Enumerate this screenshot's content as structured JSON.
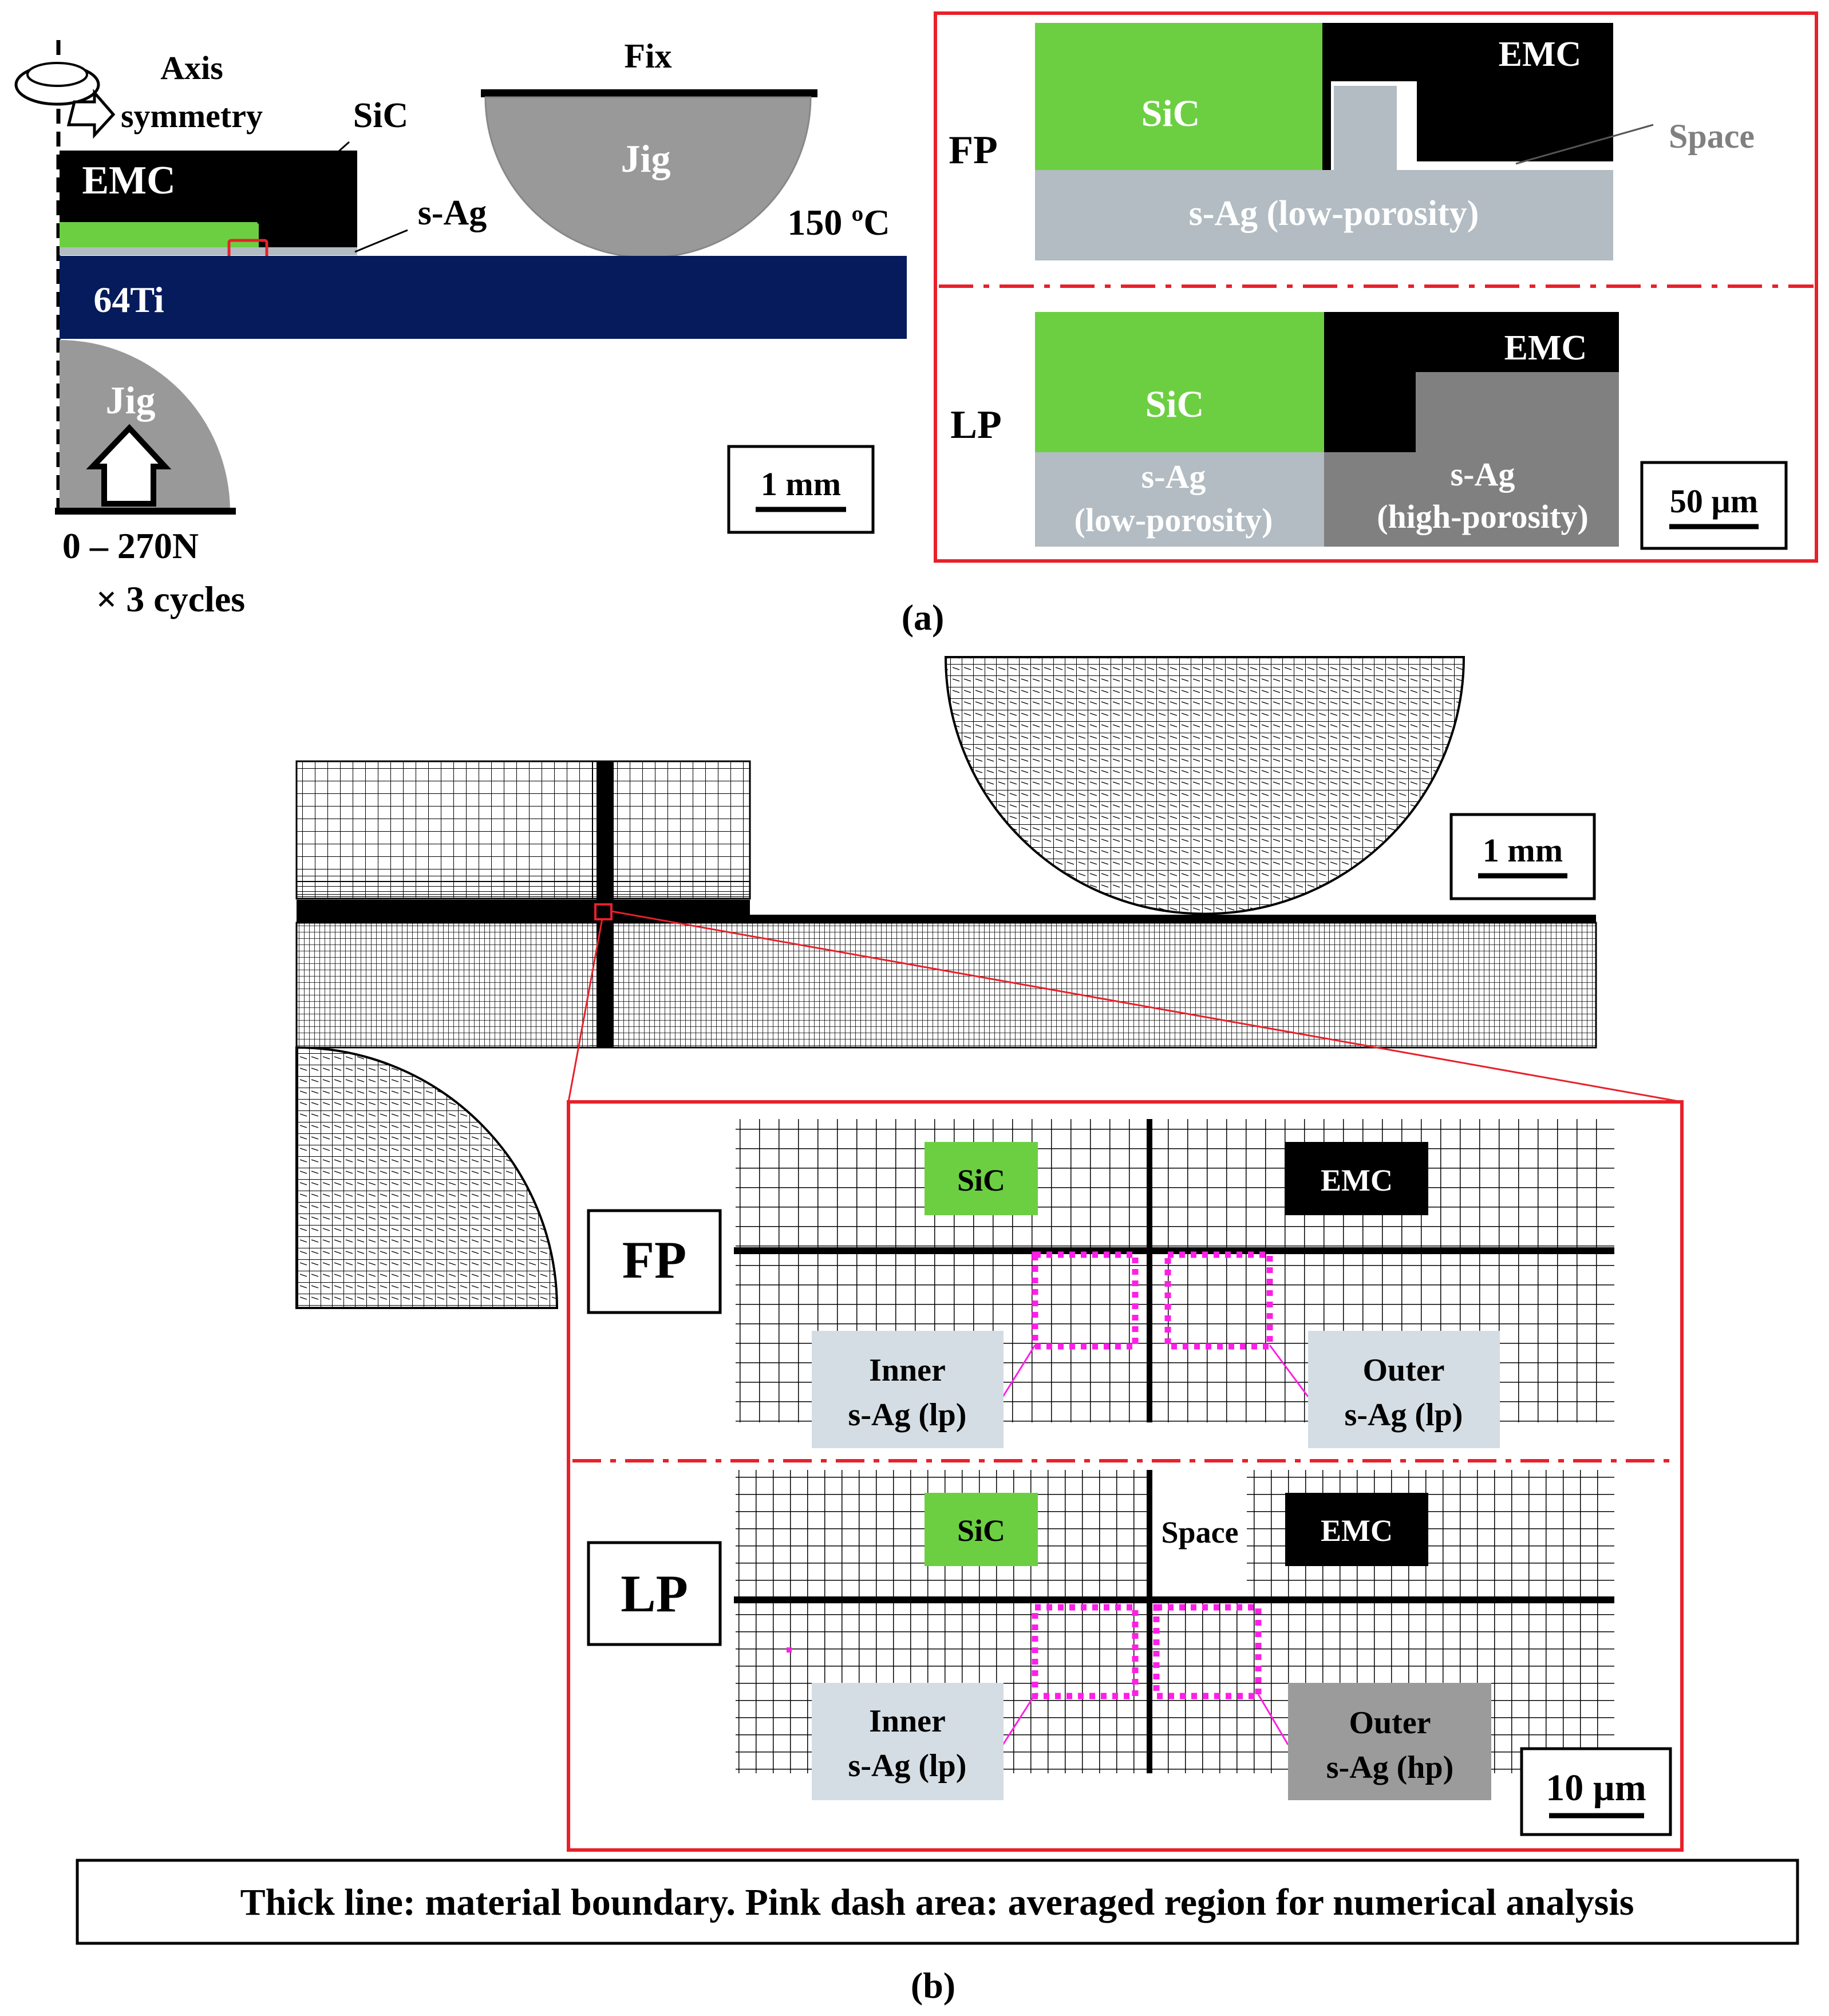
{
  "panel_a": {
    "axis_symmetry_line1": "Axis",
    "axis_symmetry_line2": "symmetry",
    "fix_label": "Fix",
    "jig_top_label": "Jig",
    "jig_bottom_label": "Jig",
    "emc_label": "EMC",
    "sic_label": "SiC",
    "sag_label": "s-Ag",
    "temperature": "150 ºC",
    "substrate_label": "64Ti",
    "load_line1": "0 – 270N",
    "load_line2": "× 3 cycles",
    "scale_label": "1 mm",
    "caption": "(a)",
    "inset": {
      "fp_label": "FP",
      "lp_label": "LP",
      "sic": "SiC",
      "emc": "EMC",
      "space": "Space",
      "sag_low": "s-Ag (low-porosity)",
      "sag_low_line1": "s-Ag",
      "sag_low_line2": "(low-porosity)",
      "sag_high_line1": "s-Ag",
      "sag_high_line2": "(high-porosity)",
      "scale_label": "50 µm"
    }
  },
  "panel_b": {
    "scale_label": "1 mm",
    "caption": "(b)",
    "inset": {
      "fp_label": "FP",
      "lp_label": "LP",
      "sic": "SiC",
      "emc": "EMC",
      "space": "Space",
      "fp_inner_line1": "Inner",
      "fp_inner_line2": "s-Ag (lp)",
      "fp_outer_line1": "Outer",
      "fp_outer_line2": "s-Ag (lp)",
      "lp_inner_line1": "Inner",
      "lp_inner_line2": "s-Ag (lp)",
      "lp_outer_line1": "Outer",
      "lp_outer_line2": "s-Ag (hp)",
      "scale_label": "10 µm"
    },
    "note": "Thick line: material boundary. Pink dash area: averaged region for numerical analysis"
  },
  "colors": {
    "sic_green": "#6ccf42",
    "emc_black": "#000000",
    "sag_low": "#b2bcc2",
    "sag_high": "#808080",
    "substrate_navy": "#061b5c",
    "jig_gray": "#999999",
    "frame_red": "#e8202a",
    "dash_pink": "#ff1ee6",
    "label_box_light": "#d4dde3",
    "label_box_dark": "#9b9b9b"
  }
}
